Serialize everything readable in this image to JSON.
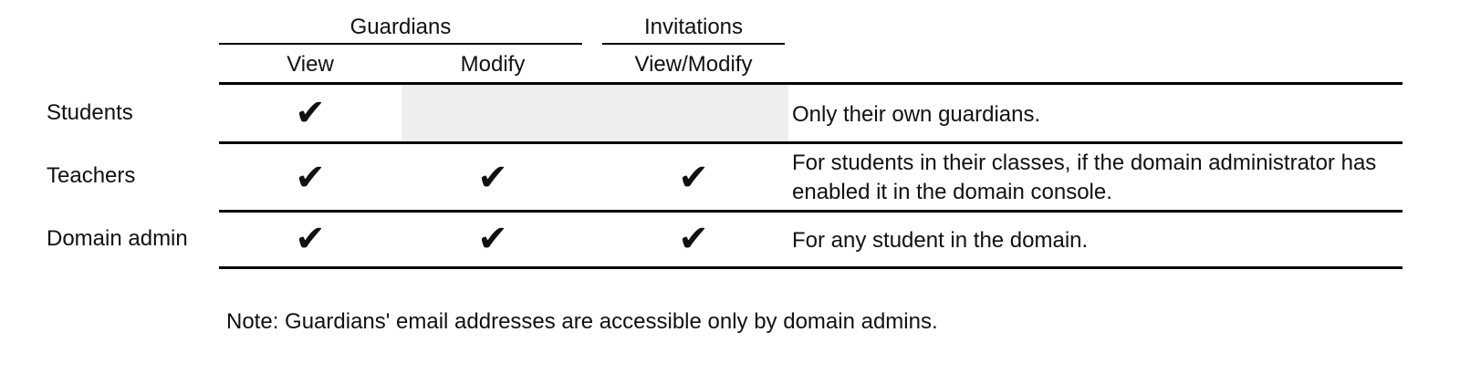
{
  "table": {
    "group_headers": [
      {
        "label": "Guardians",
        "name": "group-header-guardians"
      },
      {
        "label": "Invitations",
        "name": "group-header-invitations"
      }
    ],
    "column_headers": [
      {
        "label": "View",
        "name": "column-header-guardians-view"
      },
      {
        "label": "Modify",
        "name": "column-header-guardians-modify"
      },
      {
        "label": "View/Modify",
        "name": "column-header-invitations-view-modify"
      }
    ],
    "row_label_header": "",
    "rows": [
      {
        "label": "Students",
        "guardians_view": "✔",
        "guardians_modify": "",
        "invitations_view_modify": "",
        "guardians_modify_state": "disabled",
        "invitations_state": "disabled",
        "description": "Only their own guardians."
      },
      {
        "label": "Teachers",
        "guardians_view": "✔",
        "guardians_modify": "✔",
        "invitations_view_modify": "✔",
        "guardians_modify_state": "enabled",
        "invitations_state": "enabled",
        "description": "For students in their classes, if the domain administrator has enabled it in the domain console."
      },
      {
        "label": "Domain admin",
        "guardians_view": "✔",
        "guardians_modify": "✔",
        "invitations_view_modify": "✔",
        "guardians_modify_state": "enabled",
        "invitations_state": "enabled",
        "description": "For any student in the domain."
      }
    ]
  },
  "note": {
    "text": "Note: Guardians' email addresses are accessible only by domain admins."
  },
  "icons": {
    "check": "✔"
  },
  "colors": {
    "text": "#111111",
    "rule": "#000000",
    "shaded_cell": "#eeeeee",
    "background": "#ffffff"
  }
}
